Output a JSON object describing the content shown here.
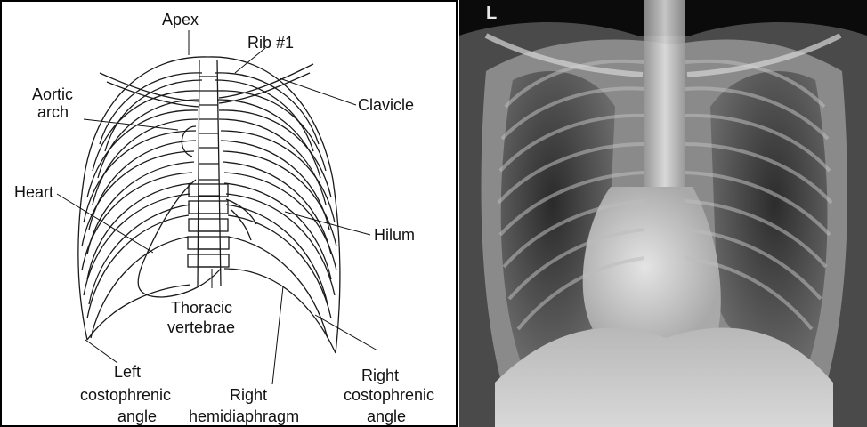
{
  "diagram": {
    "labels": {
      "apex": "Apex",
      "rib1": "Rib #1",
      "aortic_arch_1": "Aortic",
      "aortic_arch_2": "arch",
      "clavicle": "Clavicle",
      "heart": "Heart",
      "hilum": "Hilum",
      "thoracic_1": "Thoracic",
      "thoracic_2": "vertebrae",
      "left_cp_1": "Left",
      "left_cp_2": "costophrenic",
      "left_cp_3": "angle",
      "right_hemi_1": "Right",
      "right_hemi_2": "hemidiaphragm",
      "right_cp_1": "Right",
      "right_cp_2": "costophrenic",
      "right_cp_3": "angle"
    }
  },
  "xray": {
    "marker": "L"
  }
}
